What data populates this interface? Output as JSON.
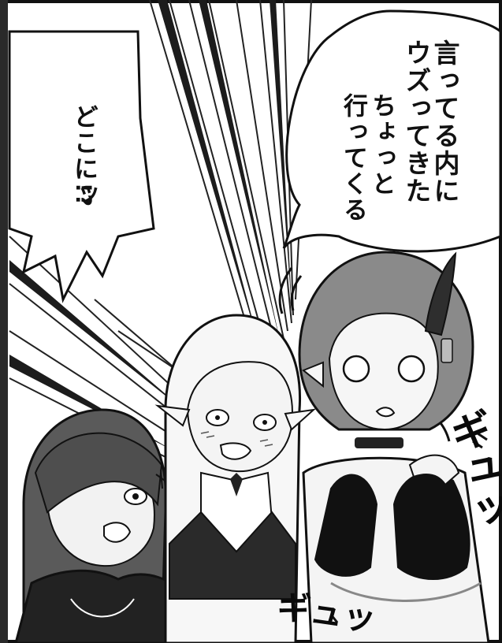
{
  "panel": {
    "speech_right": {
      "line1": "言ってる内に",
      "line2": "ウズってきた",
      "line3": "ちょっと",
      "line4": "行ってくる"
    },
    "speech_left": {
      "line1": "どこにッ",
      "line2": "!?"
    },
    "sfx": {
      "gyu_right": "ギュッ",
      "gyu_bottom": "ギュッ"
    }
  }
}
